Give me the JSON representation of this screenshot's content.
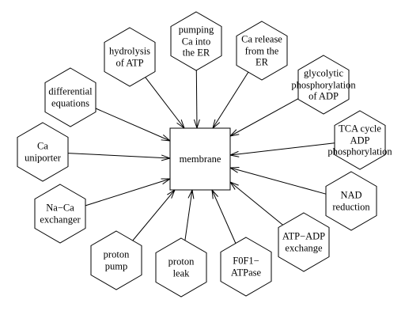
{
  "diagram": {
    "center": {
      "label": "membrane"
    },
    "nodes": [
      {
        "id": "hydrolysis-of-atp",
        "lines": [
          "hydrolysis",
          "of ATP"
        ]
      },
      {
        "id": "pumping-ca-into-er",
        "lines": [
          "pumping",
          "Ca into",
          "the ER"
        ]
      },
      {
        "id": "ca-release-from-er",
        "lines": [
          "Ca release",
          "from the",
          "ER"
        ]
      },
      {
        "id": "glycolytic-phosphorylation",
        "lines": [
          "glycolytic",
          "phosphorylation",
          "of ADP"
        ]
      },
      {
        "id": "tca-cycle",
        "lines": [
          "TCA cycle",
          "ADP",
          "phosphorylation"
        ]
      },
      {
        "id": "nad-reduction",
        "lines": [
          "NAD",
          "reduction"
        ]
      },
      {
        "id": "atp-adp-exchange",
        "lines": [
          "ATP−ADP",
          "exchange"
        ]
      },
      {
        "id": "f0f1-atpase",
        "lines": [
          "F0F1−",
          "ATPase"
        ]
      },
      {
        "id": "proton-leak",
        "lines": [
          "proton",
          "leak"
        ]
      },
      {
        "id": "proton-pump",
        "lines": [
          "proton",
          "pump"
        ]
      },
      {
        "id": "na-ca-exchanger",
        "lines": [
          "Na−Ca",
          "exchanger"
        ]
      },
      {
        "id": "ca-uniporter",
        "lines": [
          "Ca",
          "uniporter"
        ]
      },
      {
        "id": "differential-equations",
        "lines": [
          "differential",
          "equations"
        ]
      }
    ],
    "colors": {
      "stroke": "#000000",
      "fill": "#ffffff"
    }
  }
}
